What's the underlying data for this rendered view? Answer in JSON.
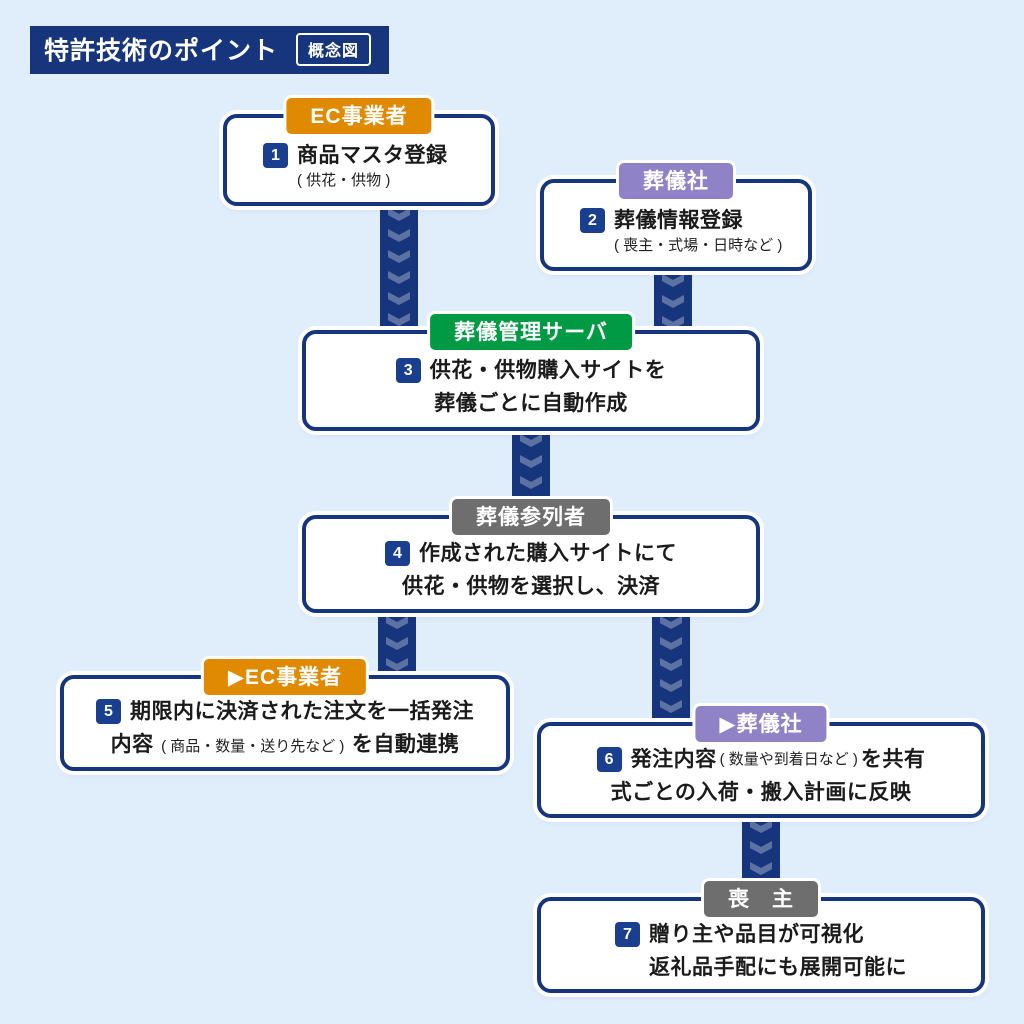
{
  "title_bar": {
    "title": "特許技術のポイント",
    "badge": "概念図"
  },
  "colors": {
    "background": "#e0eefb",
    "navy": "#16357c",
    "step_badge_navy": "#1a3f8f",
    "orange": "#df8a00",
    "purple": "#9082c6",
    "green": "#009944",
    "gray": "#6e6e6e",
    "box_background": "#ffffff",
    "chevron": "#5b74ab"
  },
  "flow": {
    "nodes": [
      {
        "actor": "EC事業者",
        "step": "1",
        "title": "商品マスタ登録",
        "note": "( 供花・供物 )"
      },
      {
        "actor": "葬儀社",
        "step": "2",
        "title": "葬儀情報登録",
        "note": "( 喪主・式場・日時など )"
      },
      {
        "actor": "葬儀管理サーバ",
        "step": "3",
        "line1": "供花・供物購入サイトを",
        "line2": "葬儀ごとに自動作成"
      },
      {
        "actor": "葬儀参列者",
        "step": "4",
        "line1": "作成された購入サイトにて",
        "line2": "供花・供物を選択し、決済"
      },
      {
        "actor": "▶EC事業者",
        "step": "5",
        "line1": "期限内に決済された注文を一括発注",
        "line2_a": "内容",
        "line2_b": "( 商品・数量・送り先など )",
        "line2_c": "を自動連携"
      },
      {
        "actor": "▶葬儀社",
        "step": "6",
        "line1_a": "発注内容",
        "line1_b": "( 数量や到着日など )",
        "line1_c": "を共有",
        "line2": "式ごとの入荷・搬入計画に反映"
      },
      {
        "actor": "喪　主",
        "step": "7",
        "line1": "贈り主や品目が可視化",
        "line2": "返礼品手配にも展開可能に"
      }
    ]
  }
}
